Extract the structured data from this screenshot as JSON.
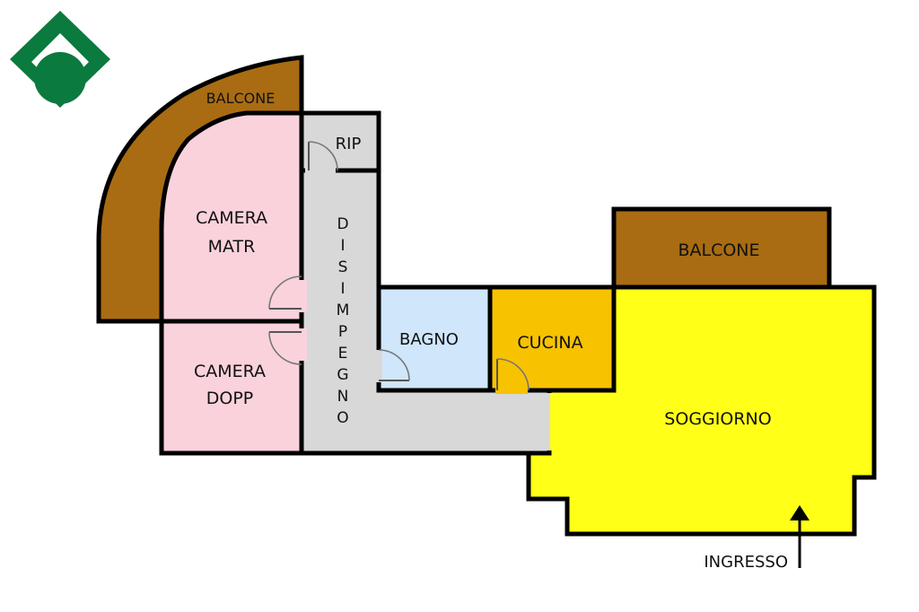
{
  "colors": {
    "logo": "#0b7a3e",
    "balcony": "#a96c12",
    "bedroom": "#f9d2dc",
    "hallway": "#d8d8d8",
    "bathroom": "#cfe6fb",
    "kitchen": "#f7c200",
    "living": "#ffff17",
    "wall": "#000000"
  },
  "rooms": {
    "balcone_top": "BALCONE",
    "rip": "RIP",
    "camera_matr_1": "CAMERA",
    "camera_matr_2": "MATR",
    "camera_dopp_1": "CAMERA",
    "camera_dopp_2": "DOPP",
    "disimpegno": [
      "D",
      "I",
      "S",
      "I",
      "M",
      "P",
      "E",
      "G",
      "N",
      "O"
    ],
    "bagno": "BAGNO",
    "cucina": "CUCINA",
    "balcone_right": "BALCONE",
    "soggiorno": "SOGGIORNO"
  },
  "entrance": {
    "label": "INGRESSO",
    "icon": "arrow-up-icon"
  },
  "logo": {
    "icon": "agency-logo-icon"
  }
}
